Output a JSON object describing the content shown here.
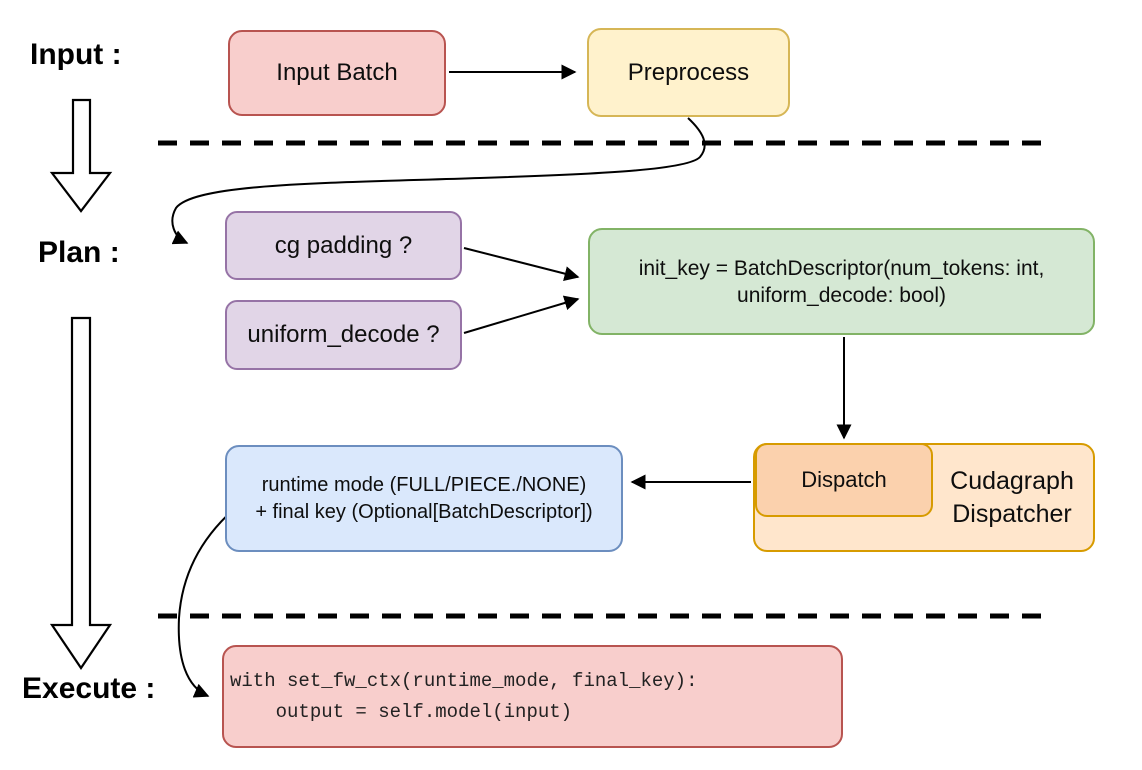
{
  "page": {
    "background": "#ffffff"
  },
  "sections": {
    "input": {
      "label": "Input :"
    },
    "plan": {
      "label": "Plan :"
    },
    "execute": {
      "label": "Execute :"
    }
  },
  "nodes": {
    "input_batch": {
      "label": "Input Batch",
      "fill": "#f8cecc",
      "stroke": "#b85450"
    },
    "preprocess": {
      "label": "Preprocess",
      "fill": "#fff2cc",
      "stroke": "#d6b656"
    },
    "cg_padding": {
      "label": "cg padding ?",
      "fill": "#e1d5e7",
      "stroke": "#9673a6"
    },
    "uniform_decode": {
      "label": "uniform_decode ?",
      "fill": "#e1d5e7",
      "stroke": "#9673a6"
    },
    "init_key": {
      "lines": [
        "init_key = BatchDescriptor(num_tokens: int,",
        "uniform_decode: bool)"
      ],
      "fill": "#d5e8d4",
      "stroke": "#82b366"
    },
    "dispatch": {
      "label": "Dispatch",
      "fill": "#fbd1ad",
      "stroke": "#d79b00"
    },
    "cudagraph_dispatcher": {
      "lines": [
        "Cudagraph",
        "Dispatcher"
      ],
      "fill": "#ffe6cc",
      "stroke": "#d79b00"
    },
    "runtime_mode_final_key": {
      "lines": [
        "runtime mode (FULL/PIECE./NONE)",
        "+ final key (Optional[BatchDescriptor])"
      ],
      "fill": "#dae8fc",
      "stroke": "#6c8ebf"
    },
    "execute_code": {
      "lines": [
        "with set_fw_ctx(runtime_mode, final_key):",
        "    output = self.model(input)"
      ],
      "fill": "#f8cecc",
      "stroke": "#b85450"
    }
  },
  "edges": [
    {
      "from": "input_batch",
      "to": "preprocess"
    },
    {
      "from": "preprocess",
      "to": "cg_padding"
    },
    {
      "from": "cg_padding",
      "to": "init_key"
    },
    {
      "from": "uniform_decode",
      "to": "init_key"
    },
    {
      "from": "init_key",
      "to": "dispatch"
    },
    {
      "from": "dispatch",
      "to": "runtime_mode_final_key"
    },
    {
      "from": "runtime_mode_final_key",
      "to": "execute_code"
    },
    {
      "from": "input_section",
      "to": "plan_section"
    },
    {
      "from": "plan_section",
      "to": "execute_section"
    }
  ]
}
